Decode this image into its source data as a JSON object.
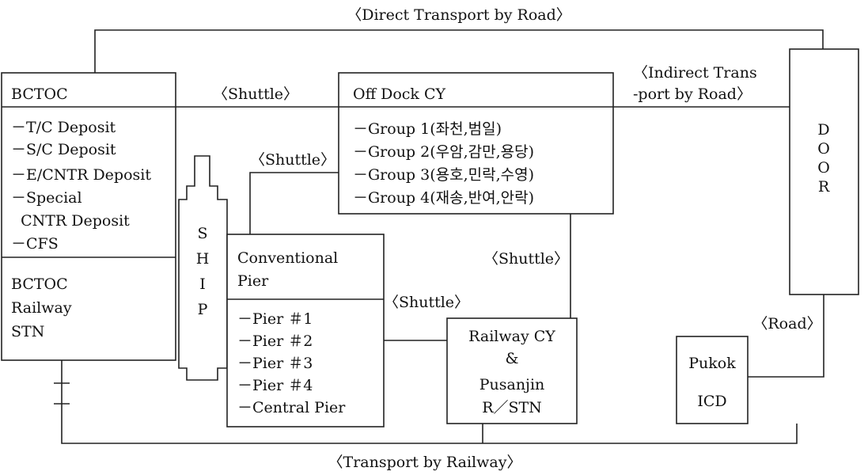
{
  "labels": {
    "direct_road": "〈Direct Transport by Road〉",
    "indirect_road_1": "〈Indirect Trans",
    "indirect_road_2": "-port by Road〉",
    "shuttle_top": "〈Shuttle〉",
    "shuttle_left": "〈Shuttle〉",
    "shuttle_right": "〈Shuttle〉",
    "shuttle_mid": "〈Shuttle〉",
    "road": "〈Road〉",
    "railway": "〈Transport by Railway〉"
  },
  "bctoc": {
    "title": "BCTOC",
    "items": [
      "－T/C Deposit",
      "－S/C Deposit",
      "－E/CNTR Deposit",
      "－Special",
      "  CNTR Deposit",
      "－CFS"
    ],
    "station_lines": [
      "BCTOC",
      "Railway",
      "STN"
    ]
  },
  "ship": {
    "letters": [
      "S",
      "H",
      "I",
      "P"
    ]
  },
  "offdock": {
    "title": "Off Dock CY",
    "items": [
      "－Group 1(좌천,범일)",
      "－Group 2(우암,감만,용당)",
      "－Group 3(용호,민락,수영)",
      "－Group 4(재송,반여,안락)"
    ]
  },
  "door": {
    "letters": [
      "D",
      "O",
      "O",
      "R"
    ]
  },
  "pier": {
    "title_lines": [
      "Conventional",
      "Pier"
    ],
    "items": [
      "－Pier ＃1",
      "－Pier ＃2",
      "－Pier ＃3",
      "－Pier ＃4",
      "－Central Pier"
    ]
  },
  "railway_cy": {
    "lines": [
      "Railway CY",
      "&",
      "Pusanjin",
      "R／STN"
    ]
  },
  "pukok": {
    "lines": [
      "Pukok",
      "ICD"
    ]
  }
}
